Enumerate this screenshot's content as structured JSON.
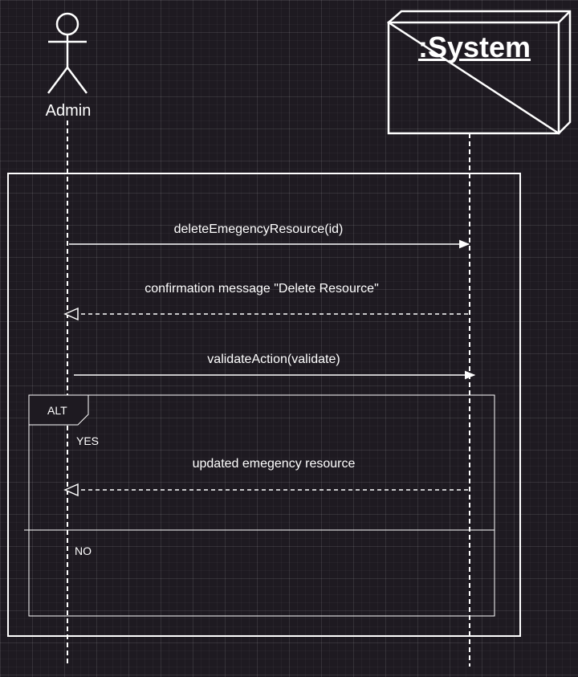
{
  "actor": {
    "name": "Admin"
  },
  "system": {
    "name": ":System"
  },
  "messages": {
    "delete_call": "deleteEmegencyResource(id)",
    "confirmation": "confirmation message \"Delete Resource\"",
    "validate_call": "validateAction(validate)",
    "updated": "updated emegency resource"
  },
  "alt_fragment": {
    "operator": "ALT",
    "guard_yes": "YES",
    "guard_no": "NO"
  },
  "colors": {
    "background": "#1e1a21",
    "stroke": "#ffffff"
  }
}
